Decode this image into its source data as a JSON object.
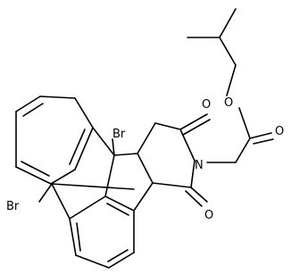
{
  "molecule": {
    "atoms": {
      "br_top": "Br",
      "br_left": "Br",
      "n": "N",
      "o_top": "O",
      "o_bottom": "O",
      "o_ester": "O",
      "o_carbonyl": "O"
    }
  },
  "colors": {
    "bond": "#000000",
    "background": "#ffffff"
  }
}
